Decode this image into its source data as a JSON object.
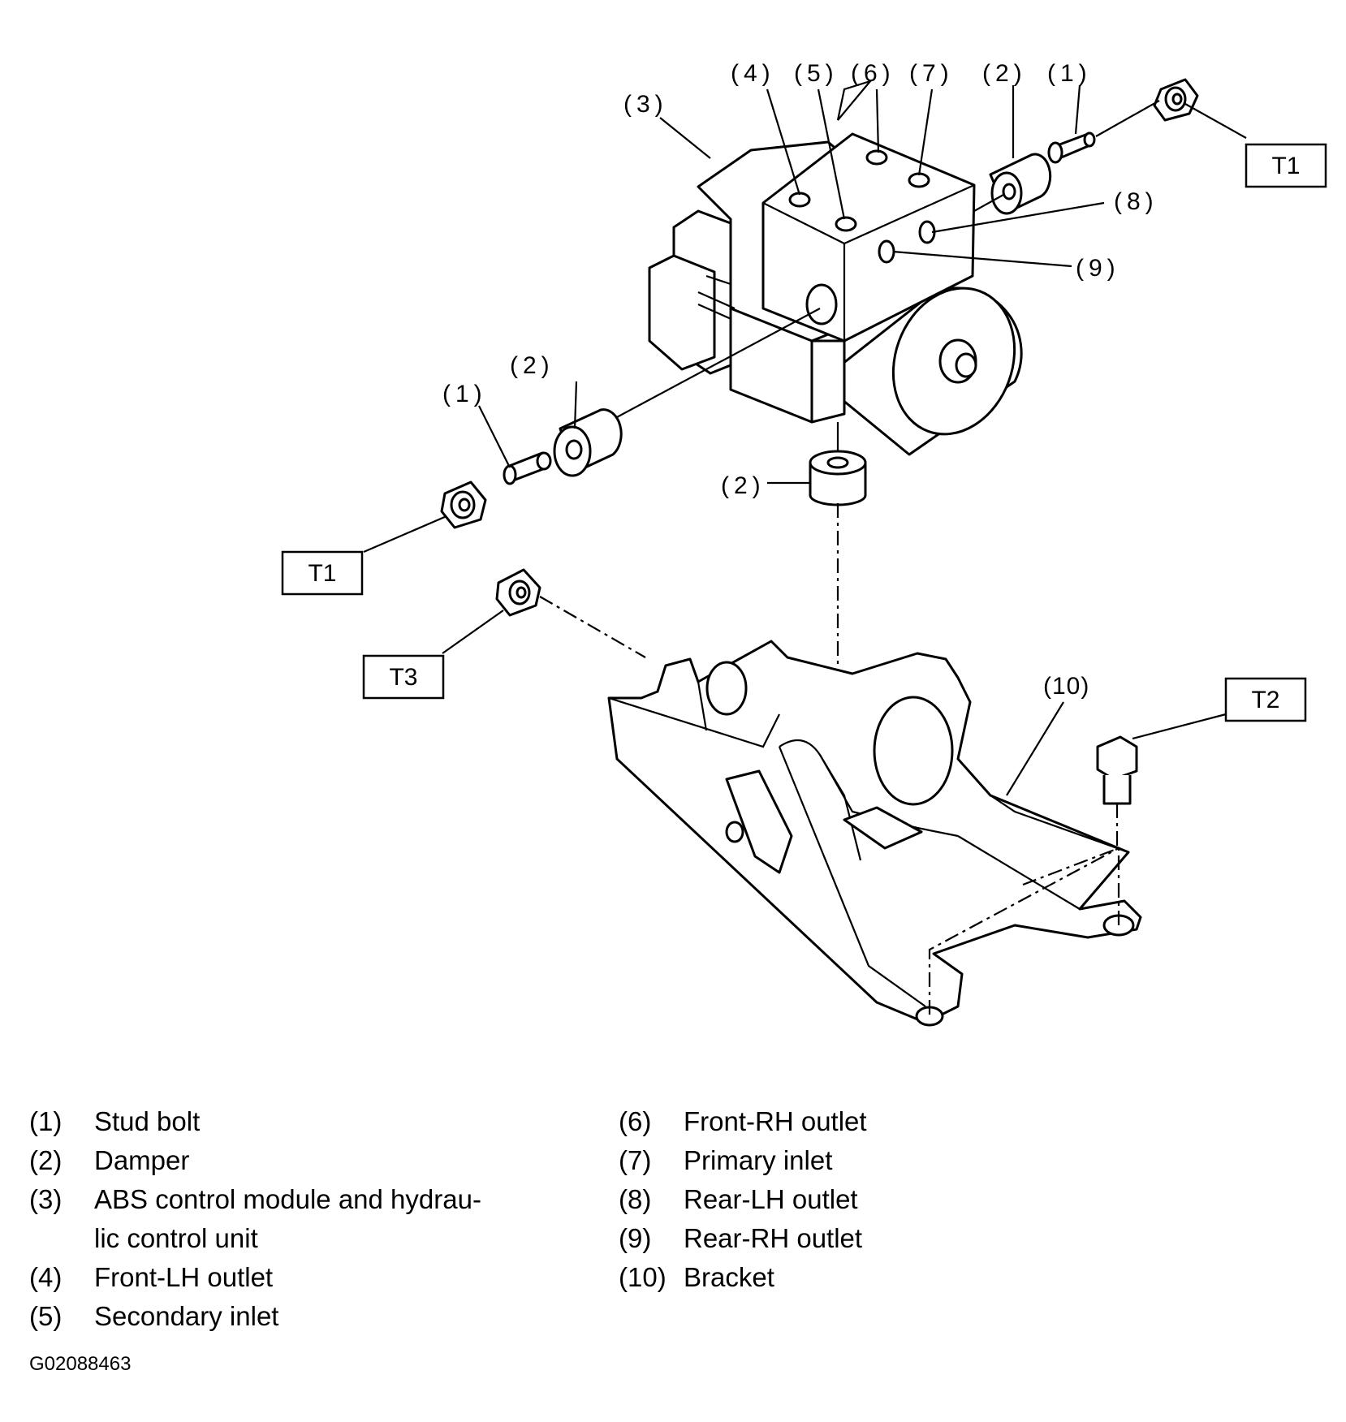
{
  "callouts": {
    "c4": "(4)",
    "c5": "(5)",
    "c6": "(6)",
    "c7": "(7)",
    "c2_top": "(2)",
    "c1_top": "(1)",
    "c3": "(3)",
    "c8": "(8)",
    "c9": "(9)",
    "c2_left": "(2)",
    "c1_left": "(1)",
    "c2_mid": "(2)",
    "c10": "(10)"
  },
  "torque_labels": {
    "t1_top": "T1",
    "t1_left": "T1",
    "t3": "T3",
    "t2": "T2"
  },
  "legend": {
    "left": [
      {
        "num": "(1)",
        "text": "Stud bolt"
      },
      {
        "num": "(2)",
        "text": "Damper"
      },
      {
        "num": "(3)",
        "text": "ABS control module and hydrau-",
        "cont": "lic control unit"
      },
      {
        "num": "(4)",
        "text": "Front-LH outlet"
      },
      {
        "num": "(5)",
        "text": "Secondary inlet"
      }
    ],
    "right": [
      {
        "num": "(6)",
        "text": "Front-RH outlet"
      },
      {
        "num": "(7)",
        "text": "Primary inlet"
      },
      {
        "num": "(8)",
        "text": "Rear-LH outlet"
      },
      {
        "num": "(9)",
        "text": "Rear-RH outlet"
      },
      {
        "num": "(10)",
        "text": "Bracket"
      }
    ]
  },
  "figure_id": "G02088463"
}
